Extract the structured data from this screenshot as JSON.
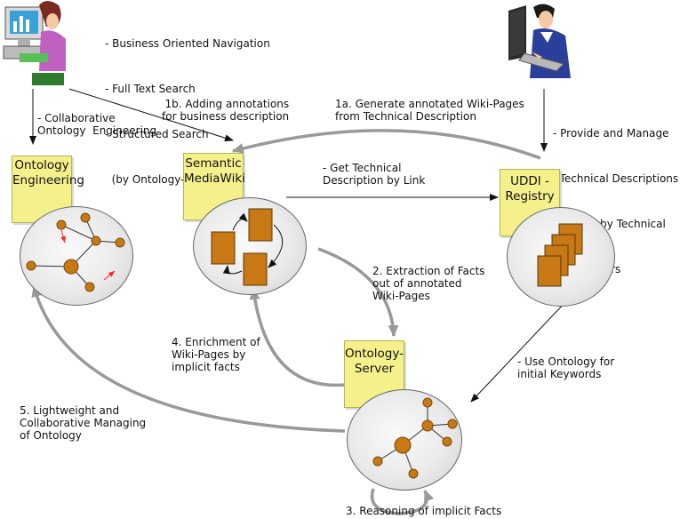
{
  "user_notes": [
    "- Business Oriented Navigation",
    "- Full Text Search",
    "- Structured Search",
    "  (by Ontology-Server)"
  ],
  "tech_notes": [
    "- Provide and Manage",
    "  Technical Descriptions",
    "- Search by Technical",
    "  Parameters"
  ],
  "nodes": {
    "ontology_engineering": "Ontology\nEngineering",
    "semantic_mediawiki": "Semantic\nMediaWiki",
    "uddi_registry": "UDDI -\nRegistry",
    "ontology_server": "Ontology-\nServer"
  },
  "edges": {
    "collab": "- Collaborative\nOntology  Engineering",
    "e1b": "1b. Adding annotations\nfor business description",
    "e1a": "1a. Generate annotated Wiki-Pages\nfrom Technical Description",
    "get_tech": "- Get Technical\nDescription by Link",
    "e2": "2. Extraction of Facts\nout of annotated\nWiki-Pages",
    "e4": "4. Enrichment of\nWiki-Pages by\nimplicit facts",
    "use_onto": "- Use Ontology for\ninitial Keywords",
    "e5": "5. Lightweight and\nCollaborative Managing\nof Ontology",
    "e3": "3. Reasoning of implicit Facts"
  },
  "colors": {
    "note_fill": "#f4f08c",
    "block_fill": "#c87814",
    "arrow_gray": "#999999",
    "arrow_red": "#ff2020"
  }
}
